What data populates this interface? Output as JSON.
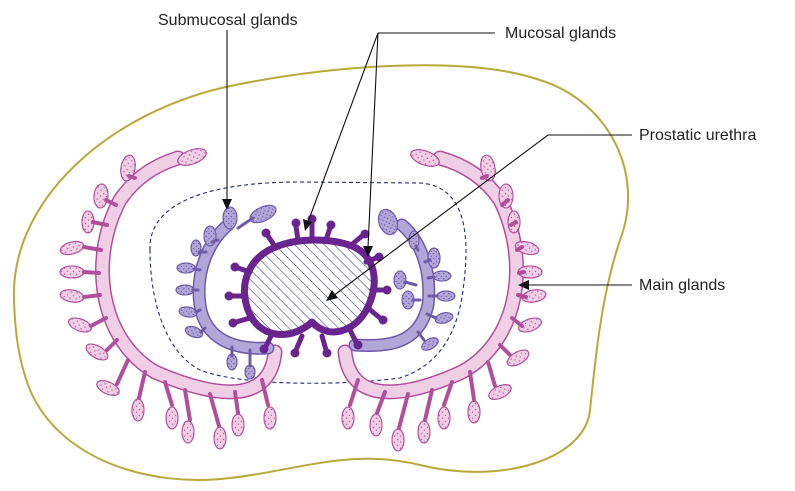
{
  "labels": {
    "submucosal": "Submucosal glands",
    "mucosal": "Mucosal glands",
    "urethra": "Prostatic urethra",
    "main": "Main glands"
  },
  "colors": {
    "capsule": "#b8a93a",
    "main_gland_fill": "#f0cfe6",
    "main_gland_stroke": "#b24f9c",
    "main_gland_stipple": "#c0579f",
    "submucosal_fill": "#b1a6d8",
    "submucosal_stroke": "#6e5aa8",
    "submucosal_stipple": "#5a4a98",
    "mucosal": "#6a2490",
    "urethra_hatch": "#27348b",
    "dashed_zone": "#1f2a7a",
    "leader": "#111111"
  }
}
